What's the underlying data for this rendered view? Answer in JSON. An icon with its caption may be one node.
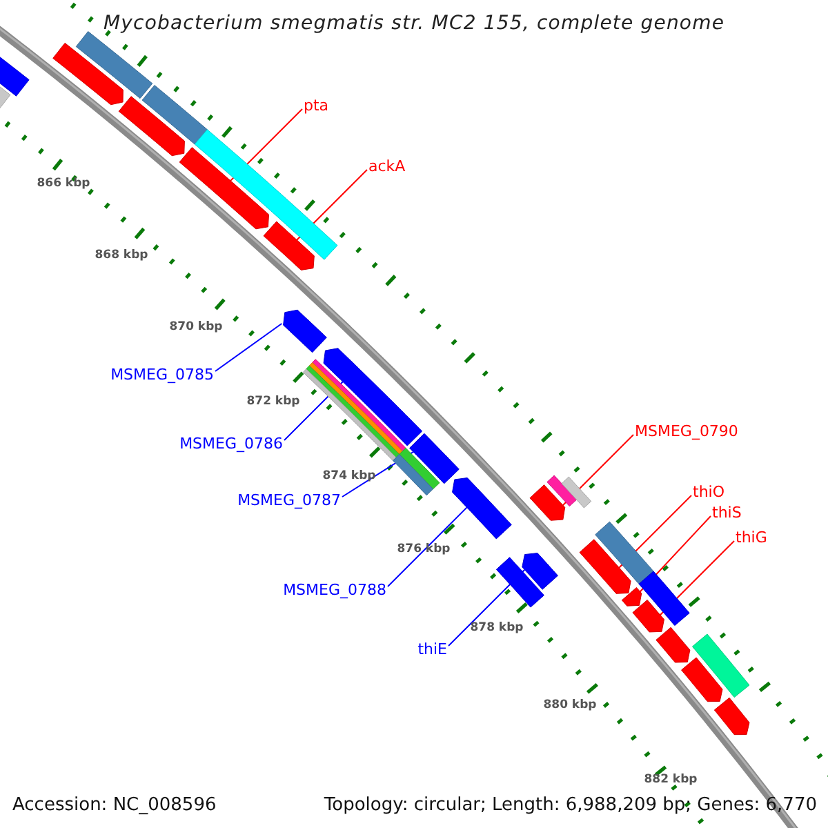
{
  "diagram": {
    "title": "Mycobacterium smegmatis str. MC2 155, complete genome",
    "nodes": [
      {
        "text": [
          "pta"
        ]
      },
      {
        "text": [
          "ackA"
        ]
      },
      {
        "text": [
          "MSMEG_0785"
        ]
      },
      {
        "text": [
          "MSMEG_0790"
        ]
      },
      {
        "text": [
          "MSMEG_0786"
        ]
      },
      {
        "text": [
          "thiO"
        ]
      },
      {
        "text": [
          "MSMEG_0787"
        ]
      },
      {
        "text": [
          "thiS"
        ]
      },
      {
        "text": [
          "thiG"
        ]
      },
      {
        "text": [
          "MSMEG_0788"
        ]
      },
      {
        "text": [
          "thiE"
        ]
      },
      {
        "text": [],
        "shape": "box"
      },
      {
        "text": [],
        "shape": "box"
      },
      {
        "text": [],
        "shape": "arrow"
      },
      {
        "text": [],
        "shape": "box"
      },
      {
        "text": [],
        "shape": "arrow"
      },
      {
        "text": [],
        "shape": "box"
      },
      {
        "text": [],
        "shape": "arrow"
      },
      {
        "text": [],
        "shape": "box"
      },
      {
        "text": [],
        "shape": "arrow"
      },
      {
        "text": [],
        "shape": "arrow"
      },
      {
        "text": [],
        "shape": "box"
      },
      {
        "text": [],
        "shape": "box"
      },
      {
        "text": [],
        "shape": "box"
      },
      {
        "text": [],
        "shape": "box"
      },
      {
        "text": [],
        "shape": "arrow"
      },
      {
        "text": [],
        "shape": "box"
      },
      {
        "text": [],
        "shape": "box"
      },
      {
        "text": [],
        "shape": "box"
      },
      {
        "text": [],
        "shape": "arrow"
      },
      {
        "text": [],
        "shape": "box"
      },
      {
        "text": [],
        "shape": "arrow"
      },
      {
        "text": [],
        "shape": "box"
      },
      {
        "text": [],
        "shape": "box"
      },
      {
        "text": [],
        "shape": "arrow"
      },
      {
        "text": [],
        "shape": "box"
      },
      {
        "text": [],
        "shape": "arrow"
      },
      {
        "text": [],
        "shape": "box"
      },
      {
        "text": [],
        "shape": "arrow"
      },
      {
        "text": [],
        "shape": "arrow"
      },
      {
        "text": [],
        "shape": "arrow"
      },
      {
        "text": [],
        "shape": "box"
      },
      {
        "text": [],
        "shape": "arrow"
      },
      {
        "text": [],
        "shape": "arrow"
      }
    ],
    "edges": [
      {
        "from": 0,
        "to": 17,
        "arrow": "none"
      },
      {
        "from": 1,
        "to": 19,
        "arrow": "none"
      },
      {
        "from": 2,
        "to": 20,
        "arrow": "none",
        "color": "#0000ff"
      },
      {
        "from": 3,
        "to": 31,
        "arrow": "none"
      },
      {
        "from": 4,
        "to": 25,
        "arrow": "none",
        "color": "#0000ff"
      },
      {
        "from": 5,
        "to": 36,
        "arrow": "none"
      },
      {
        "from": 6,
        "to": 28,
        "arrow": "none",
        "color": "#0000ff"
      },
      {
        "from": 7,
        "to": 38,
        "arrow": "none"
      },
      {
        "from": 8,
        "to": 39,
        "arrow": "none"
      },
      {
        "from": 9,
        "to": 29,
        "arrow": "none",
        "color": "#0000ff"
      },
      {
        "from": 10,
        "to": 34,
        "arrow": "none",
        "color": "#0000ff"
      }
    ],
    "labels": [
      "866 kbp",
      "868 kbp",
      "870 kbp",
      "872 kbp",
      "874 kbp",
      "876 kbp",
      "878 kbp",
      "880 kbp",
      "882 kbp",
      "Accession: NC_008596",
      "Topology: circular; Length: 6,988,209 bp; Genes: 6,770"
    ]
  }
}
